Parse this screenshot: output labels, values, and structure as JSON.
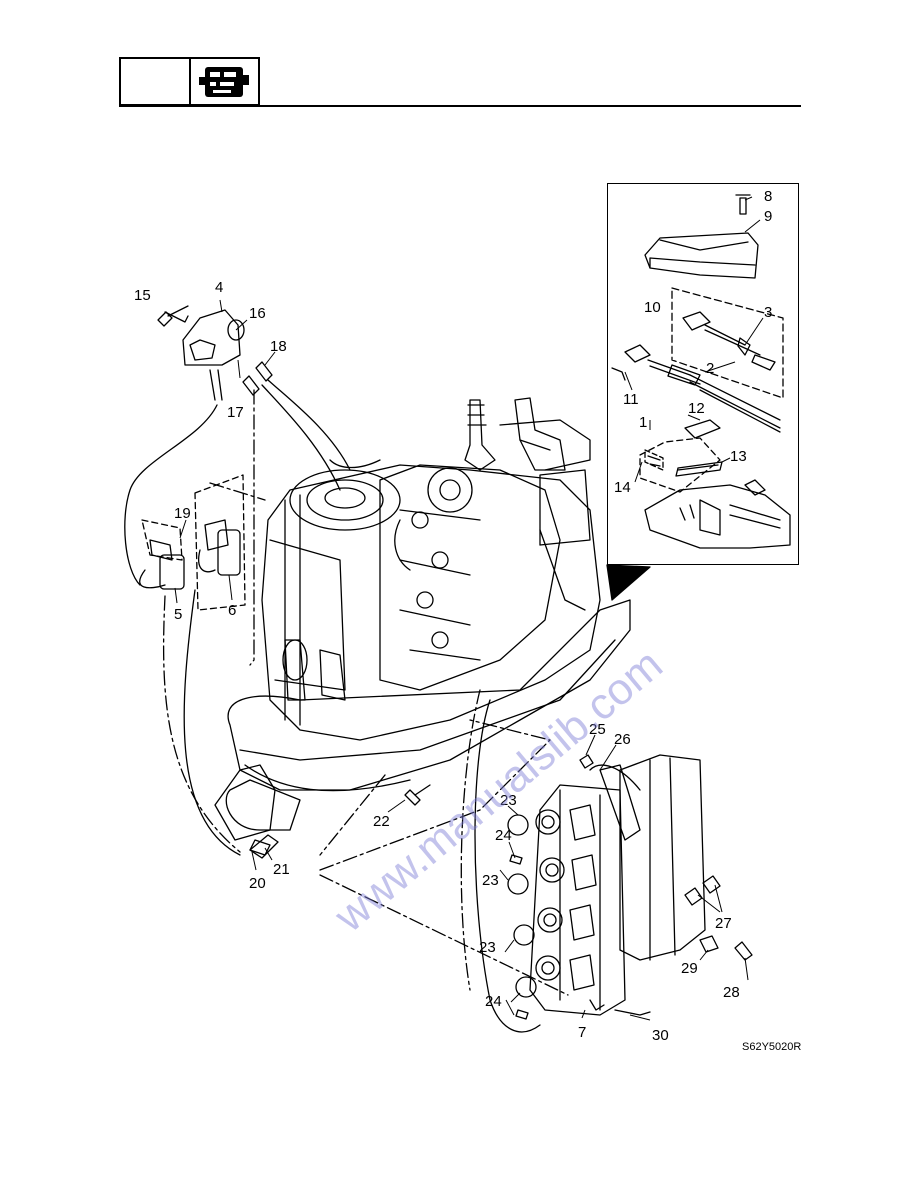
{
  "header": {
    "icon": "engine-electrical-icon"
  },
  "callouts": {
    "c1": "1",
    "c2": "2",
    "c3": "3",
    "c4": "4",
    "c5": "5",
    "c6": "6",
    "c7": "7",
    "c8": "8",
    "c9": "9",
    "c10": "10",
    "c11": "11",
    "c12": "12",
    "c13": "13",
    "c14": "14",
    "c15": "15",
    "c16": "16",
    "c17": "17",
    "c18": "18",
    "c19": "19",
    "c20": "20",
    "c21": "21",
    "c22": "22",
    "c23a": "23",
    "c23b": "23",
    "c23c": "23",
    "c24a": "24",
    "c24b": "24",
    "c25": "25",
    "c26": "26",
    "c27": "27",
    "c28": "28",
    "c29": "29",
    "c30": "30"
  },
  "figure_code": "S62Y5020R",
  "watermark": "www.manualslib.com",
  "colors": {
    "ink": "#000000",
    "watermark": "#7b7bd6"
  }
}
